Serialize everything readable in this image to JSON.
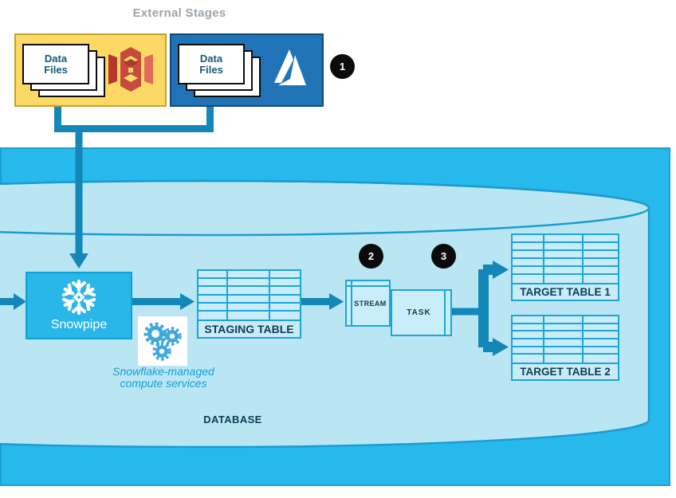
{
  "title": "External Stages",
  "stages": {
    "s3": {
      "file_label": [
        "Data",
        "Files"
      ],
      "icon": "s3-bucket-icon",
      "box_fill": "#FBD964",
      "box_border": "#C7A229"
    },
    "azure": {
      "file_label": [
        "Data",
        "Files"
      ],
      "icon": "azure-icon",
      "box_fill": "#2173B7",
      "box_border": "#0D4A75"
    }
  },
  "badges": {
    "b1": "1",
    "b2": "2",
    "b3": "3"
  },
  "pipeline": {
    "snowpipe_label": "Snowpipe",
    "compute_caption_line1": "Snowflake-managed",
    "compute_caption_line2": "compute services",
    "staging_table_label": "STAGING TABLE",
    "stream_label": "STREAM",
    "task_label": "TASK",
    "target_table_1_label": "TARGET TABLE 1",
    "target_table_2_label": "TARGET TABLE 2",
    "database_label": "DATABASE"
  },
  "icons": {
    "snowflake": "snowflake-icon",
    "gears": "gears-icon",
    "documents": "document-stack-icon"
  },
  "colors": {
    "region_blue": "#27B9EC",
    "cylinder_fill": "#BAE6F4",
    "cylinder_rim": "#1B9CD1",
    "connector_blue": "#1287B8",
    "snowpipe_fill": "#29B6E9",
    "table_border": "#1BA6DC",
    "table_fill": "#C9ECF8",
    "navy_text": "#0D3D55",
    "caption_cyan": "#129DD8",
    "title_gray": "#9BA4AA"
  }
}
